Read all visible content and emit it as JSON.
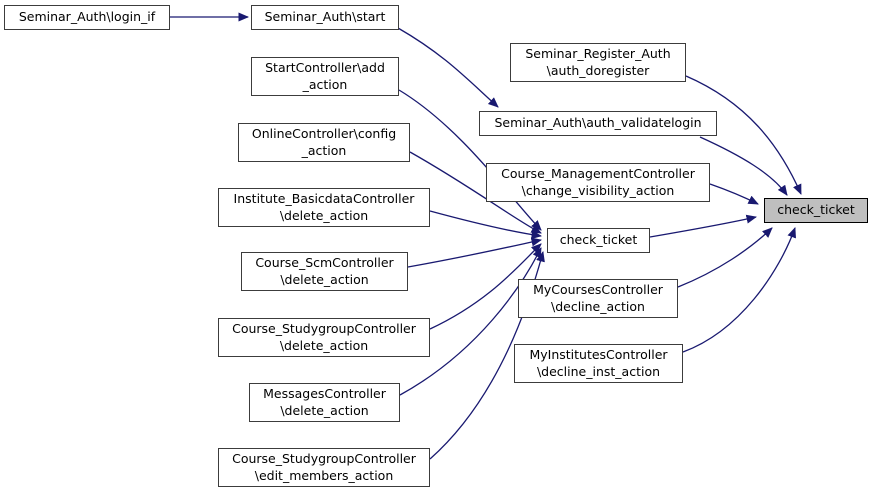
{
  "diagram": {
    "type": "call-graph",
    "background_color": "#ffffff",
    "edge_color": "#191970",
    "node_fill_color": "#ffffff",
    "node_border_color": "#3c3c3c",
    "highlight_fill_color": "#bfbfbf",
    "highlight_border_color": "#000000"
  },
  "nodes": [
    {
      "id": "login_if",
      "label": "Seminar_Auth\\login_if",
      "highlighted": false
    },
    {
      "id": "start",
      "label": "Seminar_Auth\\start",
      "highlighted": false
    },
    {
      "id": "add_action",
      "label": "StartController\\add\n_action",
      "highlighted": false
    },
    {
      "id": "config_action",
      "label": "OnlineController\\config\n_action",
      "highlighted": false
    },
    {
      "id": "inst_basicdata_delete",
      "label": "Institute_BasicdataController\n\\delete_action",
      "highlighted": false
    },
    {
      "id": "course_scm_delete",
      "label": "Course_ScmController\n\\delete_action",
      "highlighted": false
    },
    {
      "id": "studygroup_delete",
      "label": "Course_StudygroupController\n\\delete_action",
      "highlighted": false
    },
    {
      "id": "messages_delete",
      "label": "MessagesController\n\\delete_action",
      "highlighted": false
    },
    {
      "id": "studygroup_edit_members",
      "label": "Course_StudygroupController\n\\edit_members_action",
      "highlighted": false
    },
    {
      "id": "auth_doregister",
      "label": "Seminar_Register_Auth\n\\auth_doregister",
      "highlighted": false
    },
    {
      "id": "auth_validatelogin",
      "label": "Seminar_Auth\\auth_validatelogin",
      "highlighted": false
    },
    {
      "id": "change_visibility",
      "label": "Course_ManagementController\n\\change_visibility_action",
      "highlighted": false
    },
    {
      "id": "check_ticket_mid",
      "label": "check_ticket",
      "highlighted": false
    },
    {
      "id": "decline_action",
      "label": "MyCoursesController\n\\decline_action",
      "highlighted": false
    },
    {
      "id": "decline_inst_action",
      "label": "MyInstitutesController\n\\decline_inst_action",
      "highlighted": false
    },
    {
      "id": "check_ticket_target",
      "label": "check_ticket",
      "highlighted": true
    }
  ],
  "edges": [
    {
      "from": "login_if",
      "to": "start"
    },
    {
      "from": "start",
      "to": "auth_validatelogin"
    },
    {
      "from": "auth_doregister",
      "to": "check_ticket_target"
    },
    {
      "from": "auth_validatelogin",
      "to": "check_ticket_target"
    },
    {
      "from": "change_visibility",
      "to": "check_ticket_target"
    },
    {
      "from": "check_ticket_mid",
      "to": "check_ticket_target"
    },
    {
      "from": "decline_action",
      "to": "check_ticket_target"
    },
    {
      "from": "decline_inst_action",
      "to": "check_ticket_target"
    },
    {
      "from": "add_action",
      "to": "check_ticket_mid"
    },
    {
      "from": "config_action",
      "to": "check_ticket_mid"
    },
    {
      "from": "inst_basicdata_delete",
      "to": "check_ticket_mid"
    },
    {
      "from": "course_scm_delete",
      "to": "check_ticket_mid"
    },
    {
      "from": "studygroup_delete",
      "to": "check_ticket_mid"
    },
    {
      "from": "messages_delete",
      "to": "check_ticket_mid"
    },
    {
      "from": "studygroup_edit_members",
      "to": "check_ticket_mid"
    }
  ]
}
